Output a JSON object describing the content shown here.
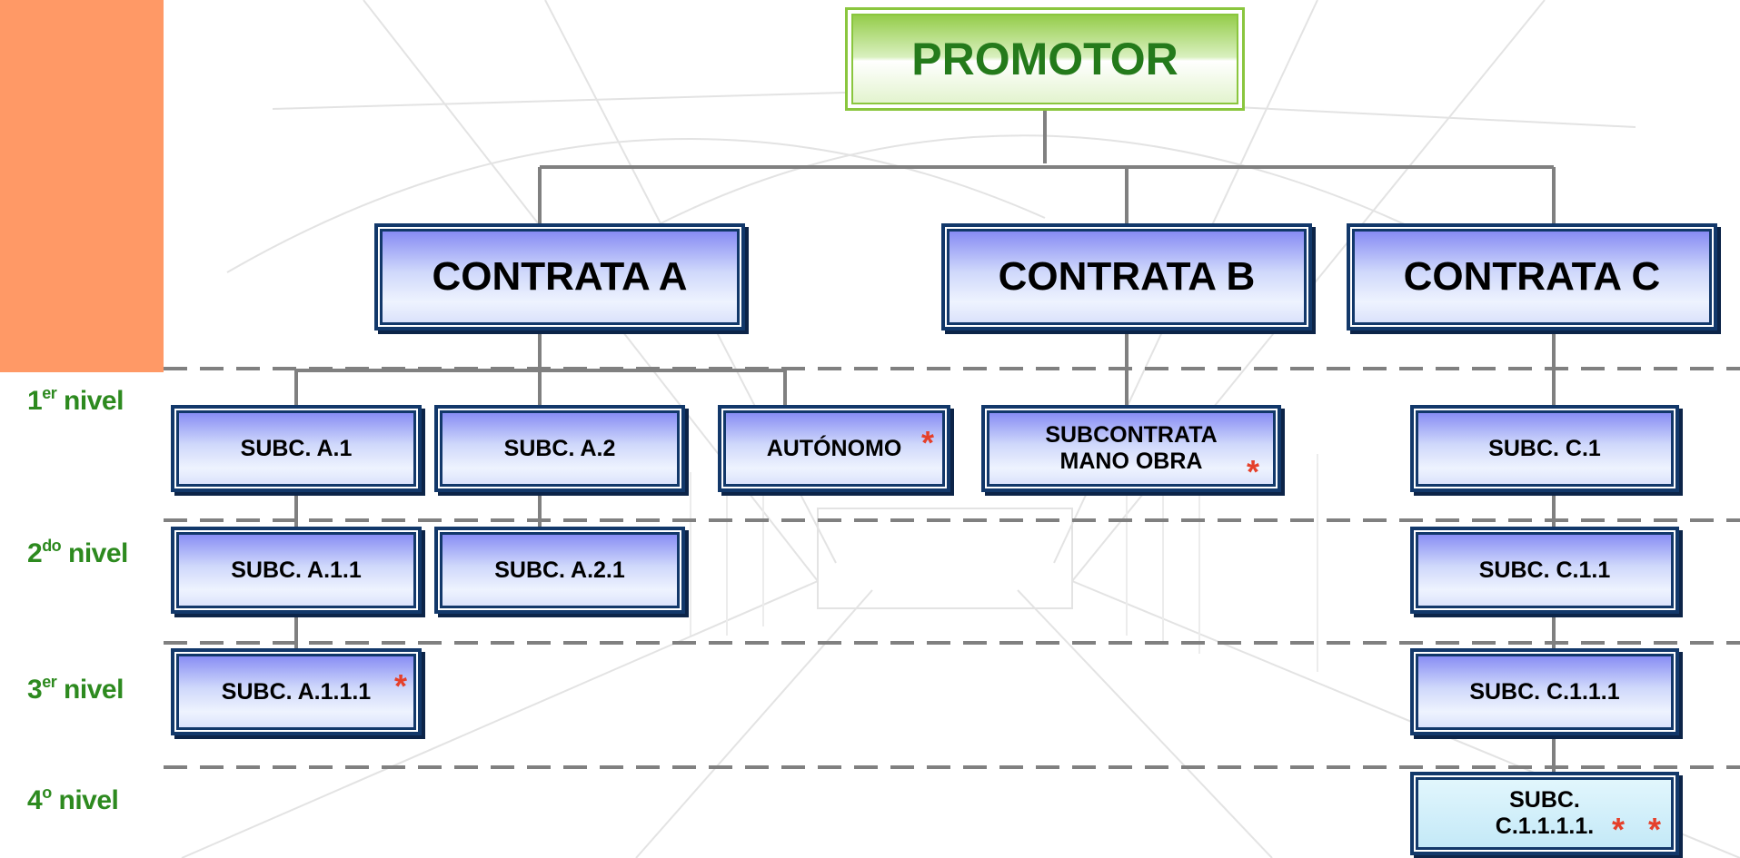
{
  "diagram": {
    "root": {
      "label": "PROMOTOR"
    },
    "contratas": [
      {
        "label": "CONTRATA A"
      },
      {
        "label": "CONTRATA B"
      },
      {
        "label": "CONTRATA C"
      }
    ],
    "levels": [
      {
        "base": "1",
        "sup": "er",
        "text": " nivel"
      },
      {
        "base": "2",
        "sup": "do",
        "text": " nivel"
      },
      {
        "base": "3",
        "sup": "er",
        "text": " nivel"
      },
      {
        "base": "4",
        "sup": "o",
        "text": " nivel"
      }
    ],
    "nodes": {
      "subc_a1": {
        "label": "SUBC. A.1"
      },
      "subc_a2": {
        "label": "SUBC. A.2"
      },
      "autonomo": {
        "label": "AUTÓNOMO",
        "star": "*"
      },
      "subcontrata_mano_obra": {
        "line1": "SUBCONTRATA",
        "line2": "MANO OBRA",
        "star": "*"
      },
      "subc_c1": {
        "label": "SUBC. C.1"
      },
      "subc_a11": {
        "label": "SUBC. A.1.1"
      },
      "subc_a21": {
        "label": "SUBC. A.2.1"
      },
      "subc_c11": {
        "label": "SUBC. C.1.1"
      },
      "subc_a111": {
        "label": "SUBC. A.1.1.1",
        "star": "*"
      },
      "subc_c111": {
        "label": "SUBC. C.1.1.1"
      },
      "subc_c1111": {
        "line1": "SUBC.",
        "line2": "C.1.1.1.1.",
        "star1": "*",
        "star2": "*"
      }
    },
    "colors": {
      "side_bar": "#ff9966",
      "level_label": "#2d8a1f",
      "root_border": "#8ac63e",
      "root_text": "#247a1b",
      "box_border": "#12386a",
      "star": "#e5402a",
      "connector": "#808080",
      "level_divider": "#808080"
    }
  }
}
